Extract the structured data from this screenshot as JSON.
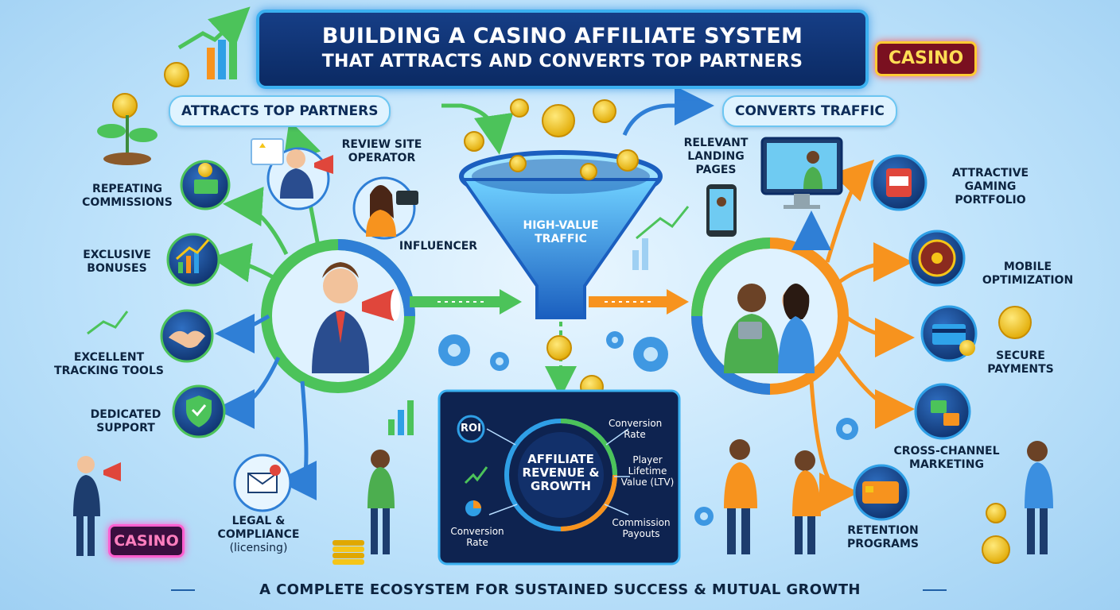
{
  "title": {
    "line1": "BUILDING A CASINO AFFILIATE SYSTEM",
    "line2": "THAT ATTRACTS AND CONVERTS TOP PARTNERS"
  },
  "sections": {
    "left": "ATTRACTS TOP PARTNERS",
    "right": "CONVERTS TRAFFIC"
  },
  "left_items": [
    {
      "line1": "REPEATING",
      "line2": "COMMISSIONS",
      "icon": "money-icon"
    },
    {
      "line1": "EXCLUSIVE",
      "line2": "BONUSES",
      "icon": "growth-chart-icon"
    },
    {
      "line1": "EXCELLENT",
      "line2": "TRACKING TOOLS",
      "icon": "handshake-icon"
    },
    {
      "line1": "DEDICATED",
      "line2": "SUPPORT",
      "icon": "shield-check-icon"
    },
    {
      "line1": "LEGAL &",
      "line2": "COMPLIANCE",
      "line3": "(licensing)",
      "icon": "mail-icon"
    }
  ],
  "partners": {
    "review_site": {
      "line1": "REVIEW SITE",
      "line2": "OPERATOR"
    },
    "influencer": "INFLUENCER"
  },
  "funnel": {
    "line1": "HIGH-VALUE",
    "line2": "TRAFFIC"
  },
  "right_items": [
    {
      "line1": "RELEVANT",
      "line2": "LANDING",
      "line3": "PAGES",
      "icon": "monitor-icon"
    },
    {
      "line1": "ATTRACTIVE",
      "line2": "GAMING",
      "line3": "PORTFOLIO",
      "icon": "slot-machine-icon"
    },
    {
      "line1": "MOBILE",
      "line2": "OPTIMIZATION",
      "icon": "roulette-icon"
    },
    {
      "line1": "SECURE",
      "line2": "PAYMENTS",
      "icon": "credit-card-icon"
    },
    {
      "line1": "CROSS-CHANNEL",
      "line2": "MARKETING",
      "icon": "cross-channel-icon"
    },
    {
      "line1": "RETENTION",
      "line2": "PROGRAMS",
      "icon": "card-icon"
    }
  ],
  "dashboard": {
    "center": {
      "line1": "AFFILIATE",
      "line2": "REVENUE &",
      "line3": "GROWTH"
    },
    "metrics": {
      "roi": "ROI",
      "conversion_top": {
        "line1": "Conversion",
        "line2": "Rate"
      },
      "ltv": {
        "line1": "Player",
        "line2": "Lifetime",
        "line3": "Value (LTV)"
      },
      "conversion_bottom": {
        "line1": "Conversion",
        "line2": "Rate"
      },
      "commission": {
        "line1": "Commission",
        "line2": "Payouts"
      }
    }
  },
  "signs": {
    "top_right": "CASINO",
    "bottom_left": "CASINO"
  },
  "footer": "A COMPLETE ECOSYSTEM FOR SUSTAINED SUCCESS & MUTUAL GROWTH",
  "colors": {
    "title_bg": "#0b2a63",
    "title_border": "#3bb0f0",
    "arrow_green": "#4cc35a",
    "arrow_blue": "#2f7fd6",
    "arrow_orange": "#f7931e",
    "funnel": "#2e7fd8",
    "coin": "#f5c518",
    "dashboard_bg": "#0e2350"
  }
}
